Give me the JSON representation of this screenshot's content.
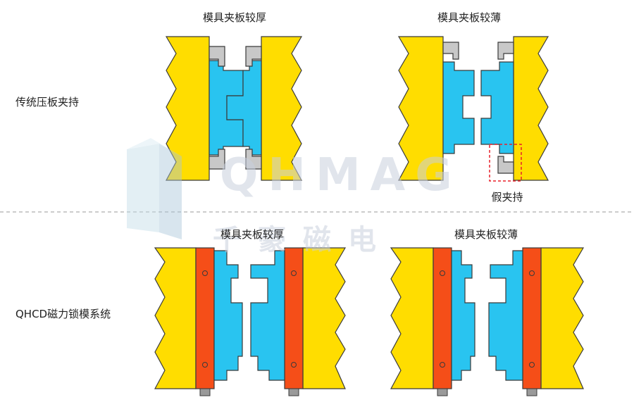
{
  "rows": {
    "traditional": "传统压板夹持",
    "qhcd": "QHCD磁力锁模系统"
  },
  "panels": {
    "top_left_title": "模具夹板较厚",
    "top_right_title": "模具夹板较薄",
    "bottom_left_title": "模具夹板较厚",
    "bottom_right_title": "模具夹板较薄"
  },
  "annotations": {
    "false_clamp": "假夹持"
  },
  "watermark": {
    "brand": "QHMAG",
    "cn": "千豪磁电"
  },
  "colors": {
    "platen": "#FFDD00",
    "mold": "#29C4F0",
    "magnet": "#F54E18",
    "clamp": "#C8C8C8",
    "outline": "#3A3A3A",
    "highlight": "#E8202A",
    "divider": "#999999"
  }
}
